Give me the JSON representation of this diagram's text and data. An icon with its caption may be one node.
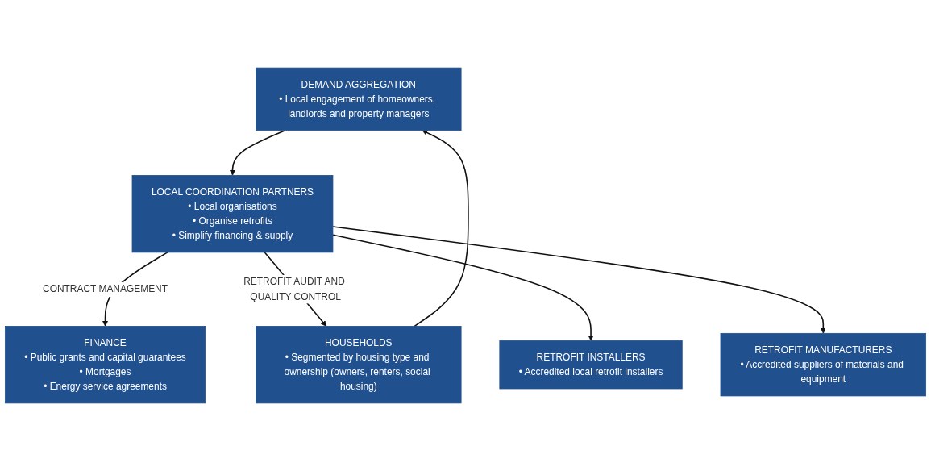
{
  "diagram": {
    "nodes": [
      {
        "text": [
          "DEMAND AGGREGATION",
          "• Local engagement of homeowners, landlords and property managers"
        ]
      },
      {
        "text": [
          "FINANCE",
          "• Public grants and capital guarantees",
          "• Mortgages",
          "• Energy service agreements"
        ]
      },
      {
        "text": [
          "LOCAL COORDINATION PARTNERS",
          "• Local organisations",
          "• Organise retrofits",
          "• Simplify financing & supply"
        ]
      },
      {
        "text": [
          "HOUSEHOLDS",
          "• Segmented by housing type and ownership (owners, renters, social housing)"
        ]
      },
      {
        "text": [
          "RETROFIT INSTALLERS",
          "• Accredited local retrofit installers"
        ]
      },
      {
        "text": [
          "RETROFIT MANUFACTURERS",
          "• Accredited suppliers of materials and equipment"
        ]
      }
    ],
    "edges": [
      {
        "from": 0,
        "to": 2,
        "arrow": "to"
      },
      {
        "from": 2,
        "to": 1,
        "label": "CONTRACT MANAGEMENT",
        "arrow": "to"
      },
      {
        "from": 2,
        "to": 3,
        "label": "RETROFIT AUDIT AND QUALITY CONTROL",
        "arrow": "to"
      },
      {
        "from": 2,
        "to": 4,
        "arrow": "to"
      },
      {
        "from": 2,
        "to": 5,
        "arrow": "to"
      },
      {
        "from": 3,
        "to": 0,
        "arrow": "to"
      }
    ]
  }
}
